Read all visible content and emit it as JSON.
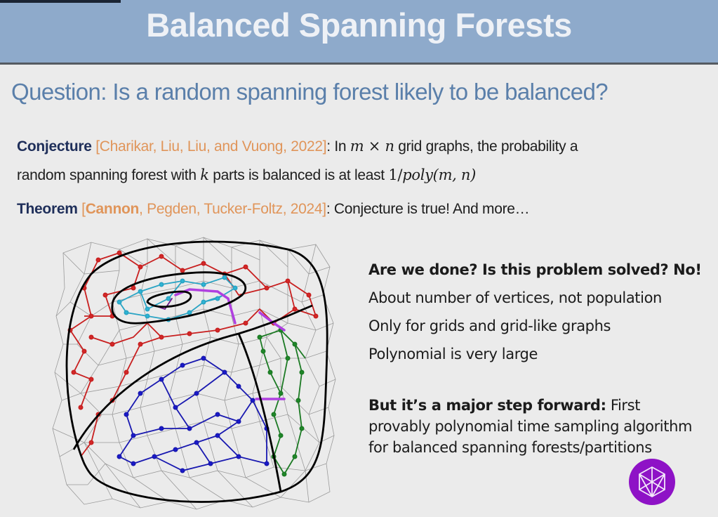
{
  "slide": {
    "title": "Balanced Spanning Forests",
    "question": "Question: Is a random spanning forest likely to be balanced?",
    "conjecture": {
      "keyword": "Conjecture",
      "citation": "[Charikar, Liu, Liu, and Vuong, 2022]",
      "text_1": ": In ",
      "math_m": "m",
      "math_times": " × ",
      "math_n": "n",
      "text_2": " grid graphs, the probability a",
      "line2_a": "random spanning forest with ",
      "math_k": "k",
      "line2_b": " parts is balanced is at least ",
      "math_bound": "1/",
      "math_poly": "poly",
      "math_args": "(m, n)"
    },
    "theorem": {
      "keyword": "Theorem",
      "cite_open": "[",
      "cite_author_bold": "Cannon",
      "cite_rest": ", Pegden, Tucker-Foltz, 2024]",
      "text": ": Conjecture is true! And more…"
    },
    "caveats": {
      "heading": "Are we done?  Is this problem solved? No!",
      "items": [
        "About number of vertices, not population",
        "Only for grids and grid-like graphs",
        "Polynomial is very large"
      ]
    },
    "forward": {
      "bold": "But it’s a major step forward:",
      "text": " First provably polynomial time sampling algorithm for balanced spanning forests/partitions"
    },
    "figure": {
      "description": "Planar triangulated graph partitioned into balanced spanning forest regions",
      "region_colors": {
        "red": "#d42a2a",
        "cyan": "#2fb6d6",
        "blue": "#1a1ad0",
        "green": "#1f8a2a",
        "purple": "#a336d6",
        "background_edges": "#9a9a9a",
        "boundaries": "#000000"
      }
    },
    "colors": {
      "header_bg": "#8eaacb",
      "title": "#eef1f6",
      "question": "#5a7faa",
      "keyword": "#1f2f5a",
      "citation": "#e0955a",
      "logo": "#8e12c6"
    }
  }
}
